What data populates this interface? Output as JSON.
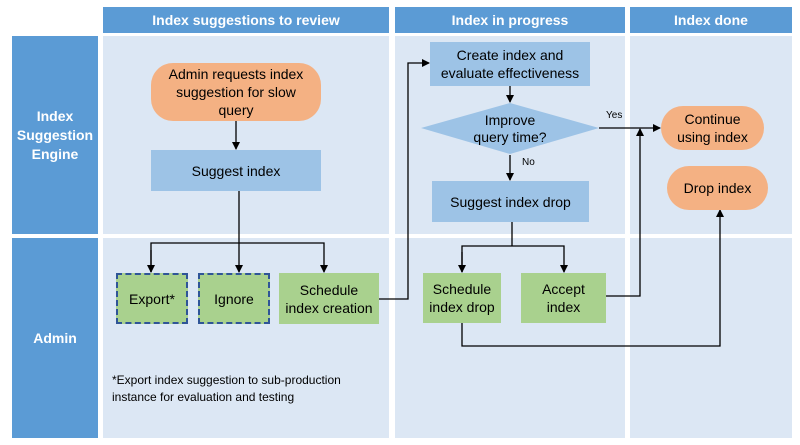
{
  "headers": {
    "col1": "Index suggestions to review",
    "col2": "Index in progress",
    "col3": "Index done",
    "row1": [
      "Index",
      "Suggestion",
      "Engine"
    ],
    "row2": "Admin"
  },
  "nodes": {
    "admin_requests": [
      "Admin requests index",
      "suggestion for slow",
      "query"
    ],
    "suggest_index": "Suggest index",
    "create_index": [
      "Create index and",
      "evaluate effectiveness"
    ],
    "improve": [
      "Improve",
      "query time?"
    ],
    "suggest_drop": "Suggest index drop",
    "continue": [
      "Continue",
      "using index"
    ],
    "drop_index": "Drop index",
    "export": "Export*",
    "ignore": "Ignore",
    "schedule_creation": [
      "Schedule",
      "index creation"
    ],
    "schedule_drop": [
      "Schedule",
      "index drop"
    ],
    "accept_index": [
      "Accept",
      "index"
    ]
  },
  "edge_labels": {
    "yes": "Yes",
    "no": "No"
  },
  "footnote": [
    "*Export index suggestion to sub-production",
    "instance for evaluation and testing"
  ],
  "colors": {
    "header": "#5b9bd5",
    "panel": "#dce7f4",
    "process": "#9dc3e6",
    "action": "#a9d18e",
    "terminal": "#f4b183",
    "dashed_border": "#2f5597"
  }
}
